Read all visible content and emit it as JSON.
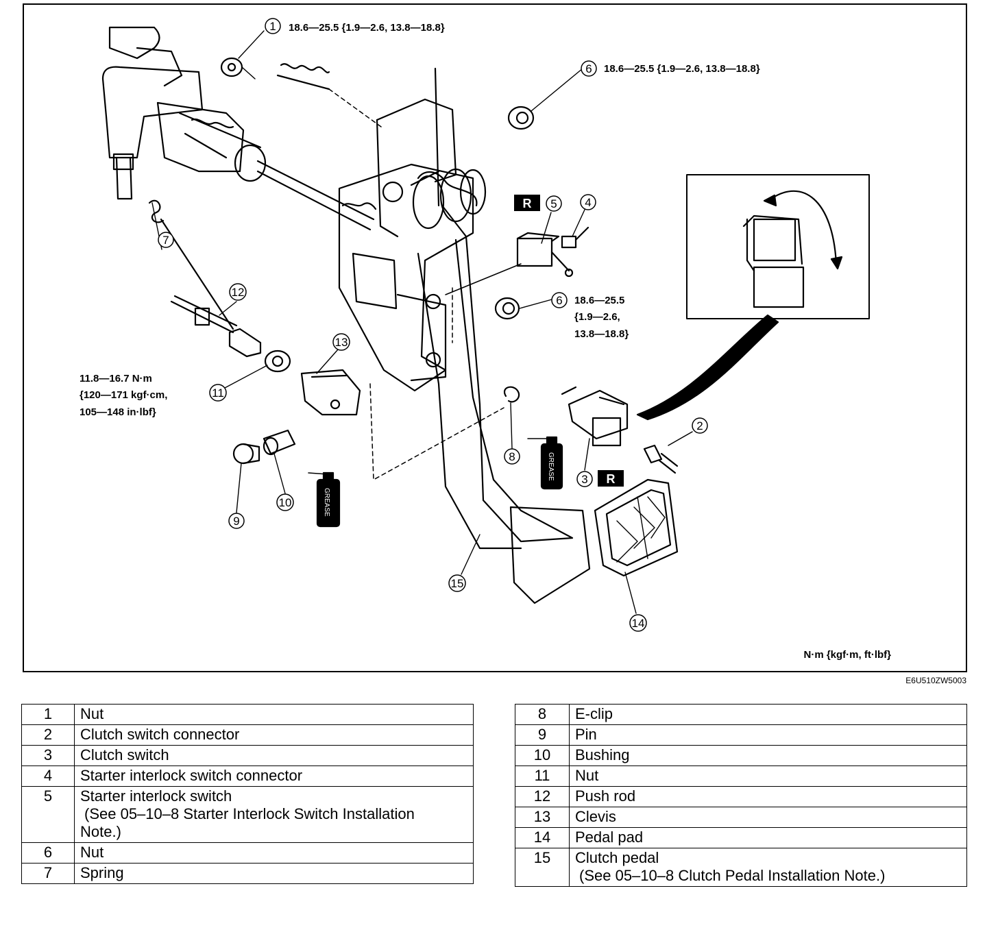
{
  "callouts": {
    "c1": "1",
    "c2": "2",
    "c3": "3",
    "c4": "4",
    "c5": "5",
    "c6a": "6",
    "c6b": "6",
    "c7": "7",
    "c8": "8",
    "c9": "9",
    "c10": "10",
    "c11": "11",
    "c12": "12",
    "c13": "13",
    "c14": "14",
    "c15": "15"
  },
  "replace_marks": {
    "r5": "R",
    "r3": "R"
  },
  "torque": {
    "t1": "18.6—25.5 {1.9—2.6, 13.8—18.8}",
    "t6_top": "18.6—25.5 {1.9—2.6, 13.8—18.8}",
    "t6_mid_line1": "18.6—25.5",
    "t6_mid_line2": "{1.9—2.6,",
    "t6_mid_line3": "13.8—18.8}",
    "t11_line1": "11.8—16.7 N·m",
    "t11_line2": "{120—171 kgf·cm,",
    "t11_line3": "105—148 in·lbf}"
  },
  "grease_label": "GREASE",
  "units_legend": "N·m {kgf·m,  ft·lbf}",
  "figure_code": "E6U510ZW5003",
  "parts_left": [
    {
      "num": "1",
      "name": "Nut",
      "note": ""
    },
    {
      "num": "2",
      "name": "Clutch switch connector",
      "note": ""
    },
    {
      "num": "3",
      "name": "Clutch switch",
      "note": ""
    },
    {
      "num": "4",
      "name": "Starter interlock switch connector",
      "note": ""
    },
    {
      "num": "5",
      "name": "Starter interlock switch",
      "note": "(See 05–10–8 Starter Interlock Switch Installation",
      "note2": "Note.)"
    },
    {
      "num": "6",
      "name": "Nut",
      "note": ""
    },
    {
      "num": "7",
      "name": "Spring",
      "note": ""
    }
  ],
  "parts_right": [
    {
      "num": "8",
      "name": "E-clip",
      "note": ""
    },
    {
      "num": "9",
      "name": "Pin",
      "note": ""
    },
    {
      "num": "10",
      "name": "Bushing",
      "note": ""
    },
    {
      "num": "11",
      "name": "Nut",
      "note": ""
    },
    {
      "num": "12",
      "name": "Push rod",
      "note": ""
    },
    {
      "num": "13",
      "name": "Clevis",
      "note": ""
    },
    {
      "num": "14",
      "name": "Pedal pad",
      "note": ""
    },
    {
      "num": "15",
      "name": "Clutch pedal",
      "note": "(See 05–10–8 Clutch Pedal Installation Note.)"
    }
  ]
}
